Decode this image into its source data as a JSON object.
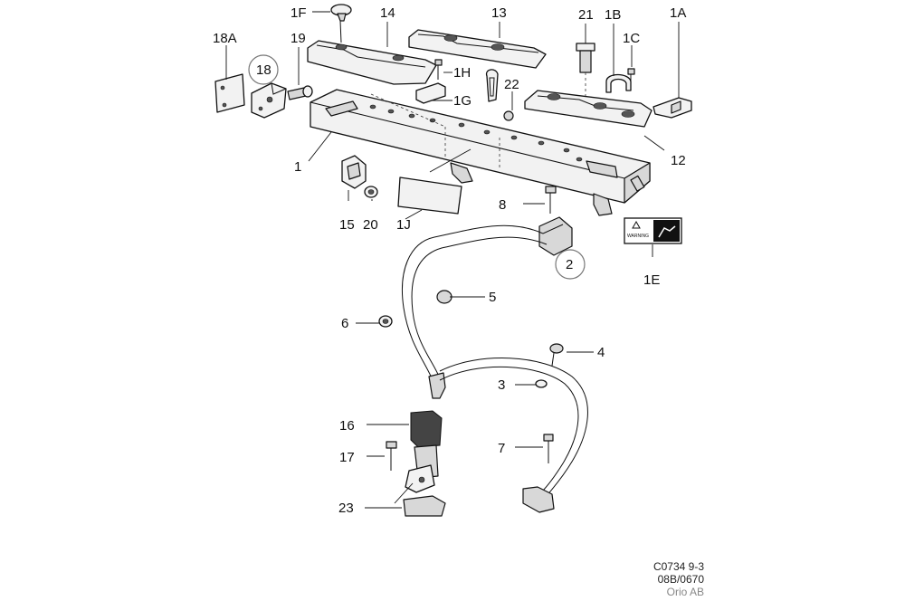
{
  "callouts": {
    "c1": "1",
    "c1A": "1A",
    "c1B": "1B",
    "c1C": "1C",
    "c1E": "1E",
    "c1F": "1F",
    "c1G": "1G",
    "c1H": "1H",
    "c1J": "1J",
    "c2": "2",
    "c3": "3",
    "c4": "4",
    "c5": "5",
    "c6": "6",
    "c7": "7",
    "c8": "8",
    "c12": "12",
    "c13": "13",
    "c14": "14",
    "c15": "15",
    "c16": "16",
    "c17": "17",
    "c18": "18",
    "c18A": "18A",
    "c19": "19",
    "c20": "20",
    "c21": "21",
    "c22": "22",
    "c23": "23"
  },
  "warning_label": "WARNING",
  "footer": {
    "code": "C0734 9-3",
    "date": "08B/0670",
    "copyright": "Orio AB"
  }
}
